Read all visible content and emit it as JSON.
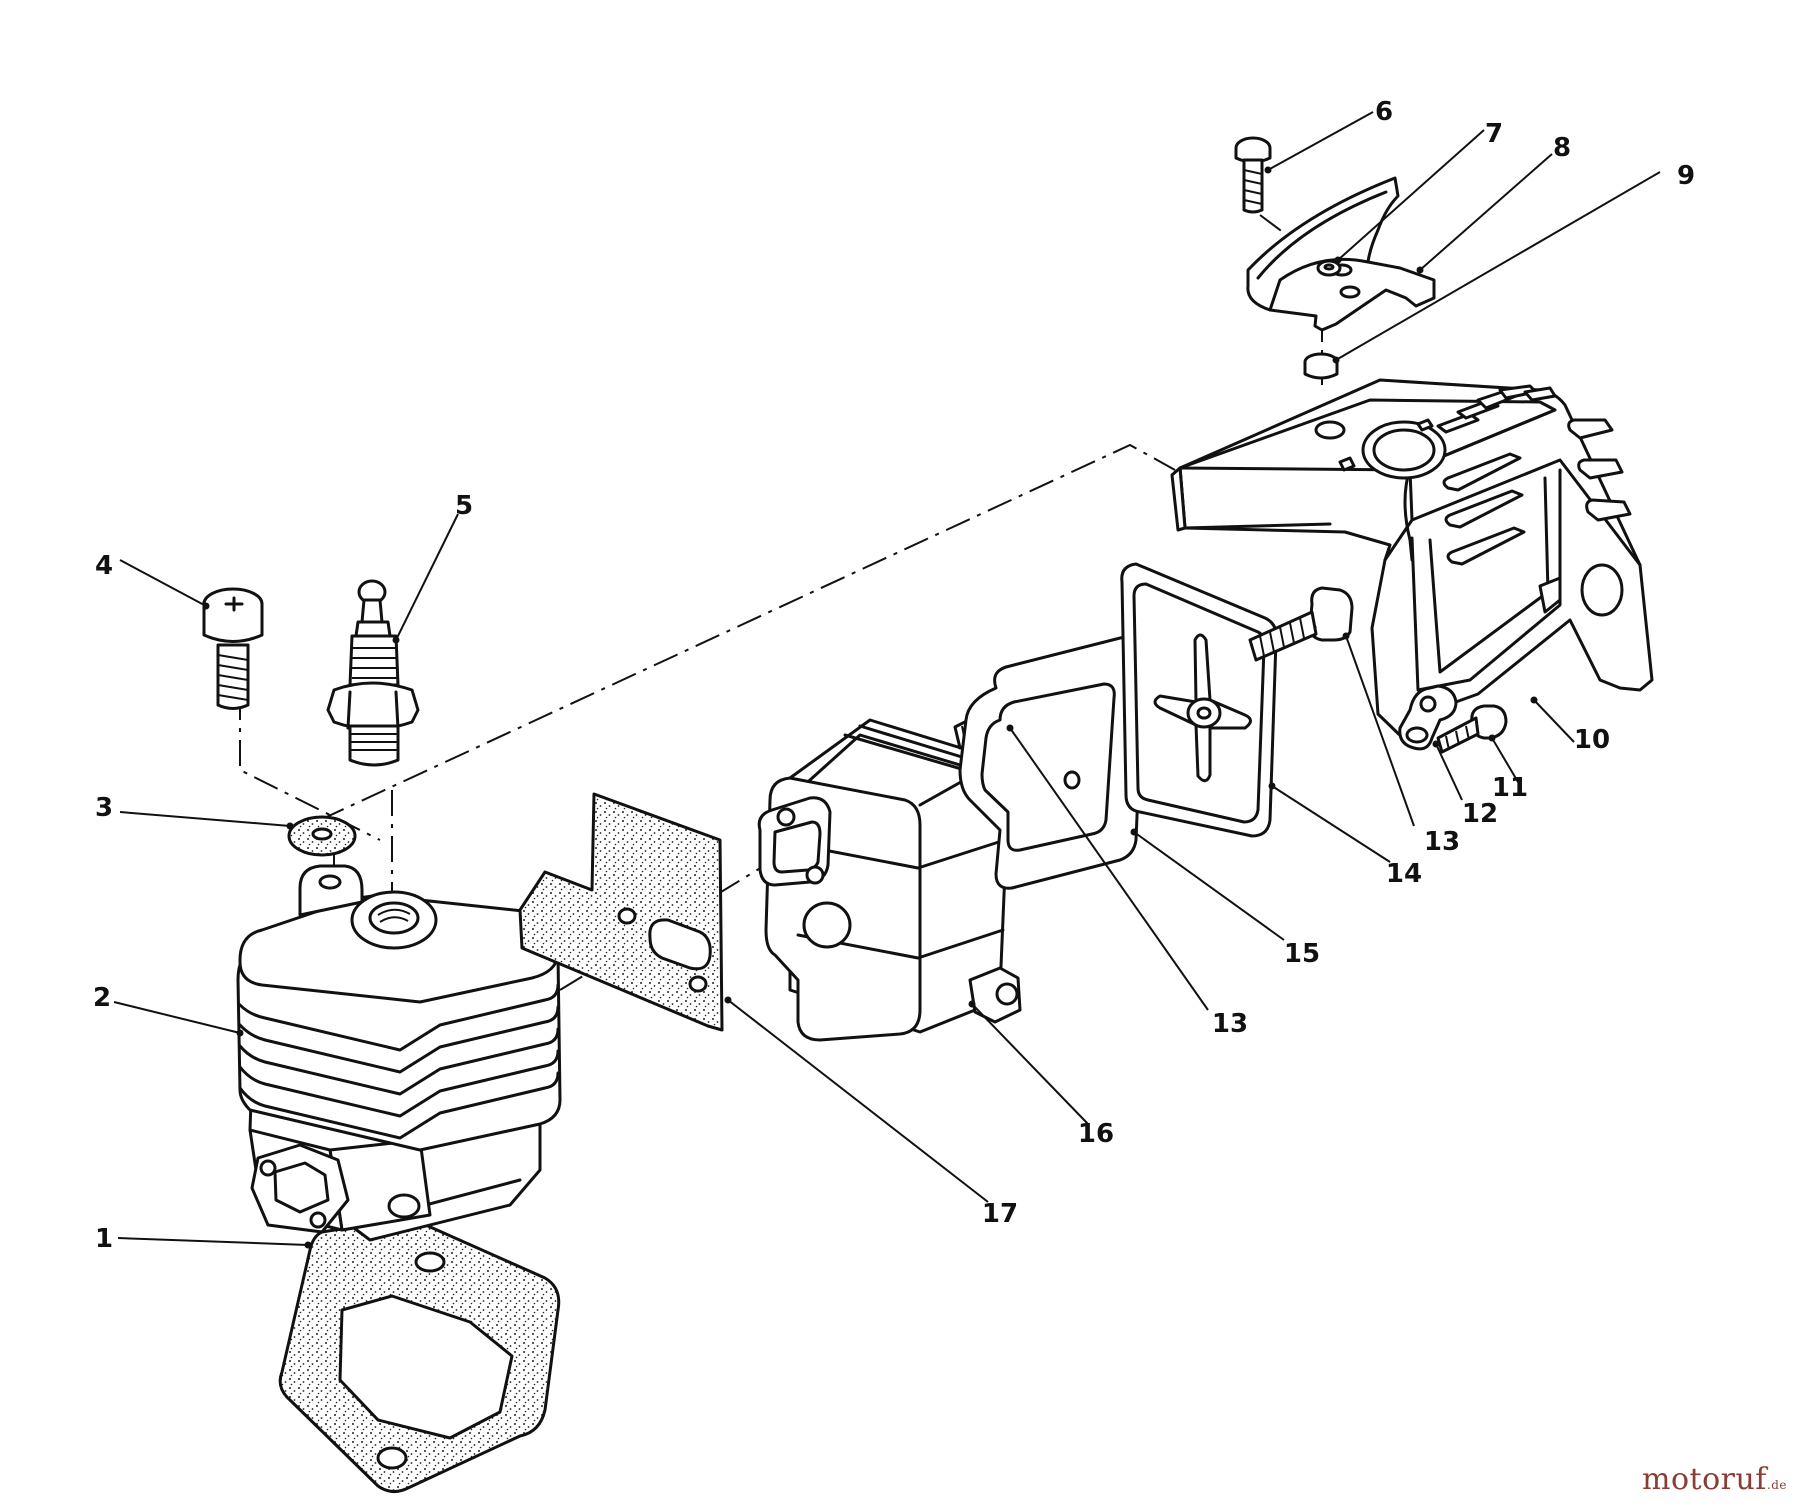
{
  "diagram": {
    "callouts": [
      {
        "id": "1",
        "text": "1"
      },
      {
        "id": "2",
        "text": "2"
      },
      {
        "id": "3",
        "text": "3"
      },
      {
        "id": "4",
        "text": "4"
      },
      {
        "id": "5",
        "text": "5"
      },
      {
        "id": "6",
        "text": "6"
      },
      {
        "id": "7",
        "text": "7"
      },
      {
        "id": "8",
        "text": "8"
      },
      {
        "id": "9",
        "text": "9"
      },
      {
        "id": "10",
        "text": "10"
      },
      {
        "id": "11",
        "text": "11"
      },
      {
        "id": "12",
        "text": "12"
      },
      {
        "id": "13a",
        "text": "13"
      },
      {
        "id": "13b",
        "text": "13"
      },
      {
        "id": "14",
        "text": "14"
      },
      {
        "id": "15",
        "text": "15"
      },
      {
        "id": "16",
        "text": "16"
      },
      {
        "id": "17",
        "text": "17"
      }
    ]
  },
  "watermark": {
    "brand": "motoruf",
    "tld": ".de",
    "color": "#8a3d33"
  }
}
